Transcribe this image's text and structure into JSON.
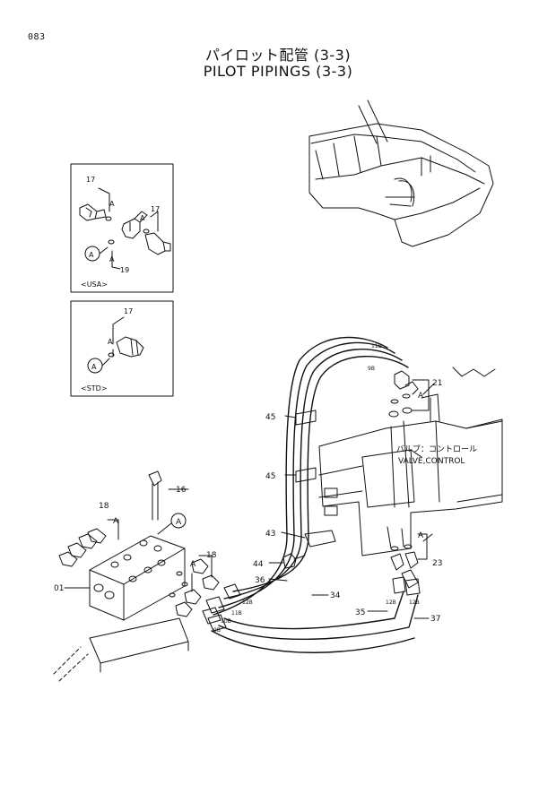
{
  "page_number": "083",
  "title_ja": "パイロット配管 (3-3)",
  "title_en": "PILOT PIPINGS (3-3)",
  "inset_usa": {
    "caption": "<USA>",
    "callouts": [
      "17",
      "A",
      "17",
      "A",
      "A",
      "19"
    ],
    "marker": "A"
  },
  "inset_std": {
    "caption": "<STD>",
    "callouts": [
      "17",
      "A"
    ],
    "marker": "A"
  },
  "part_labels": {
    "p01": "01",
    "p16": "16",
    "p18a": "18",
    "p18b": "18",
    "p21": "21",
    "p23": "23",
    "p34": "34",
    "p35": "35",
    "p36": "36",
    "p37": "37",
    "p43": "43",
    "p44": "44",
    "p45a": "45",
    "p45b": "45",
    "a_marker": "A",
    "a21": "A",
    "a23": "A",
    "a18a": "A",
    "a18b": "A"
  },
  "hose_tags": [
    "11B",
    "9B",
    "12B",
    "11B",
    "10B",
    "9B",
    "12B",
    "12B"
  ],
  "valve_label_ja": "バルブ：コントロール",
  "valve_label_en": "VALVE,CONTROL"
}
